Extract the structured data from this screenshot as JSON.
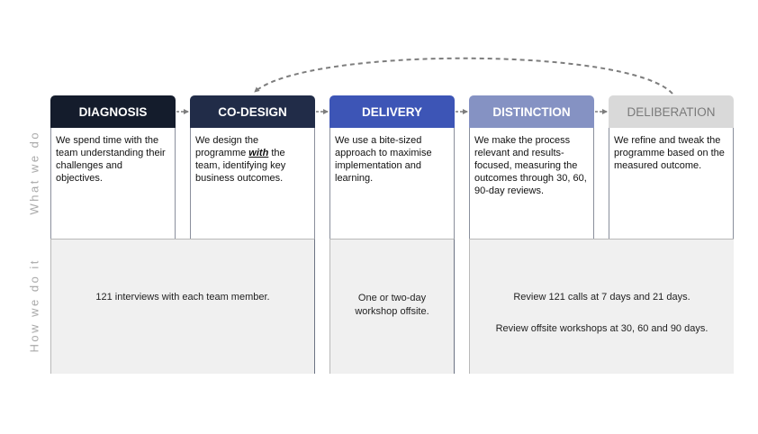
{
  "labels": {
    "what": "What we do",
    "how": "How we do it"
  },
  "stages": [
    {
      "title": "DIAGNOSIS",
      "bg": "#141c2c",
      "color": "#ffffff",
      "desc": "We spend time with the team understanding their challenges and objectives."
    },
    {
      "title": "CO-DESIGN",
      "bg": "#212c48",
      "color": "#ffffff",
      "desc_before": "We design the programme ",
      "desc_emph": "with",
      "desc_after": " the team, identifying key business outcomes."
    },
    {
      "title": "DELIVERY",
      "bg": "#3d55b6",
      "color": "#ffffff",
      "desc": "We use a bite-sized approach to maximise implementation and learning."
    },
    {
      "title": "DISTINCTION",
      "bg": "#8592c3",
      "color": "#ffffff",
      "desc": "We make the process relevant and results-focused, measuring the outcomes through 30, 60, 90-day reviews."
    },
    {
      "title": "DELIBERATION",
      "bg": "#d9d9d9",
      "color": "#7a7a7a",
      "desc": "We refine and tweak the programme based on the measured outcome."
    }
  ],
  "how": {
    "interviews": "121 interviews with each team member.",
    "workshop": "One or two-day workshop offsite.",
    "review_calls": "Review 121 calls at 7 days and 21 days.",
    "review_workshops": "Review offsite workshops at 30, 60 and 90 days."
  },
  "colors": {
    "arrow": "#7d7d7d",
    "panel": "#f0f0f0"
  }
}
